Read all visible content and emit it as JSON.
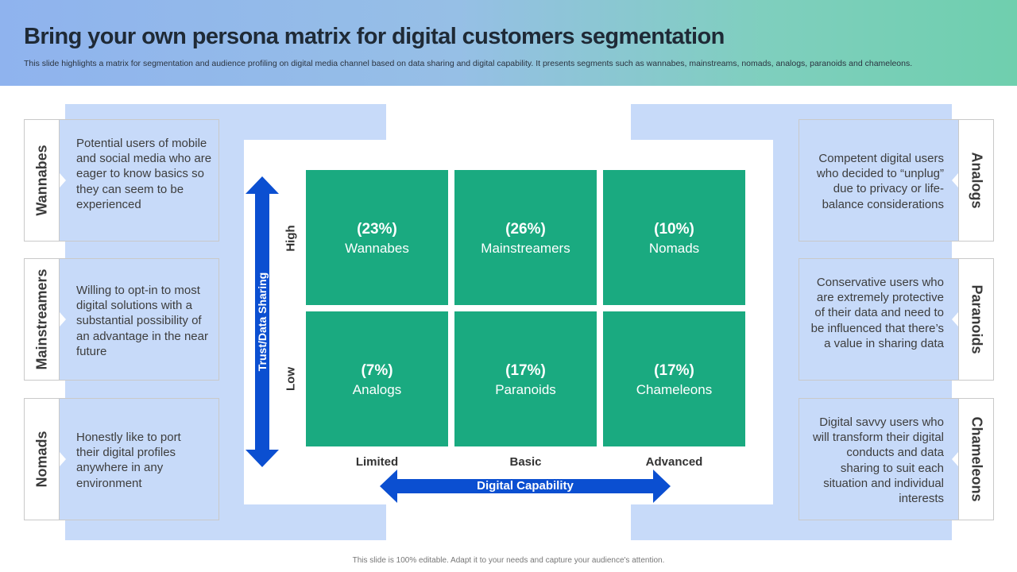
{
  "header": {
    "title": "Bring your own persona matrix for digital customers segmentation",
    "subtitle": "This slide highlights a matrix for segmentation and audience profiling on digital media channel based on data sharing and digital capability. It presents segments such as wannabes, mainstreams, nomads, analogs, paranoids and chameleons."
  },
  "left_cards": [
    {
      "label": "Wannabes",
      "description": "Potential users of mobile and social media who are eager to know basics so they can seem to be experienced"
    },
    {
      "label": "Mainstreamers",
      "description": "Willing to opt-in to most digital solutions with a substantial possibility of an advantage in the near future"
    },
    {
      "label": "Nomads",
      "description": "Honestly like to port their digital profiles anywhere in any environment"
    }
  ],
  "right_cards": [
    {
      "label": "Analogs",
      "description": "Competent digital users who decided to “unplug” due to privacy or life-balance considerations"
    },
    {
      "label": "Paranoids",
      "description": "Conservative users who are extremely protective of their data and need to be influenced that there’s a value in sharing data"
    },
    {
      "label": "Chameleons",
      "description": "Digital savvy users who will transform their digital conducts and data sharing to suit each situation and individual interests"
    }
  ],
  "matrix": {
    "y_axis_label": "Trust/Data Sharing",
    "x_axis_label": "Digital Capability",
    "y_levels": [
      "High",
      "Low"
    ],
    "x_levels": [
      "Limited",
      "Basic",
      "Advanced"
    ],
    "cells": [
      {
        "percent": "(23%)",
        "name": "Wannabes"
      },
      {
        "percent": "(26%)",
        "name": "Mainstreamers"
      },
      {
        "percent": "(10%)",
        "name": "Nomads"
      },
      {
        "percent": "(7%)",
        "name": "Analogs"
      },
      {
        "percent": "(17%)",
        "name": "Paranoids"
      },
      {
        "percent": "(17%)",
        "name": "Chameleons"
      }
    ]
  },
  "colors": {
    "cell": "#1aaa80",
    "arrow": "#0b4fd1",
    "side_panel": "#c7daf9"
  },
  "footer": {
    "text": "This slide is 100% editable. Adapt it to your needs and capture your audience's attention."
  }
}
